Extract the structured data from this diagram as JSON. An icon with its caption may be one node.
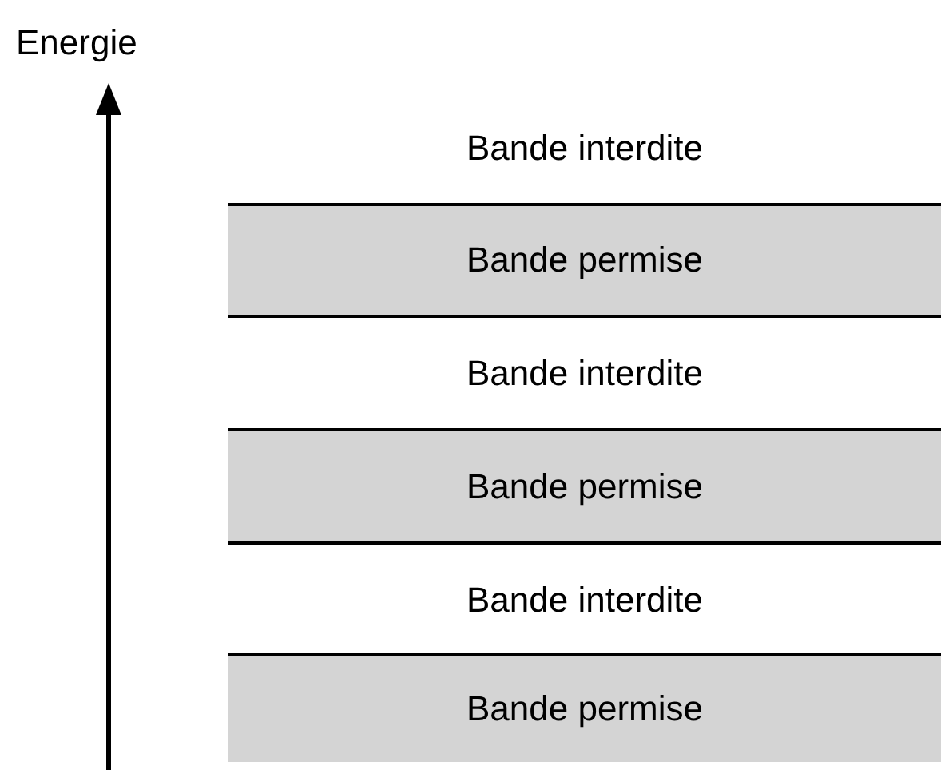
{
  "diagram": {
    "nodes": [
      {
        "text": [
          "Bande interdite"
        ]
      },
      {
        "text": [
          "Bande permise"
        ]
      },
      {
        "text": [
          "Bande interdite"
        ]
      },
      {
        "text": [
          "Bande permise"
        ]
      },
      {
        "text": [
          "Bande interdite"
        ]
      },
      {
        "text": [
          "Bande permise"
        ]
      }
    ],
    "labels": [
      "Energie"
    ]
  }
}
